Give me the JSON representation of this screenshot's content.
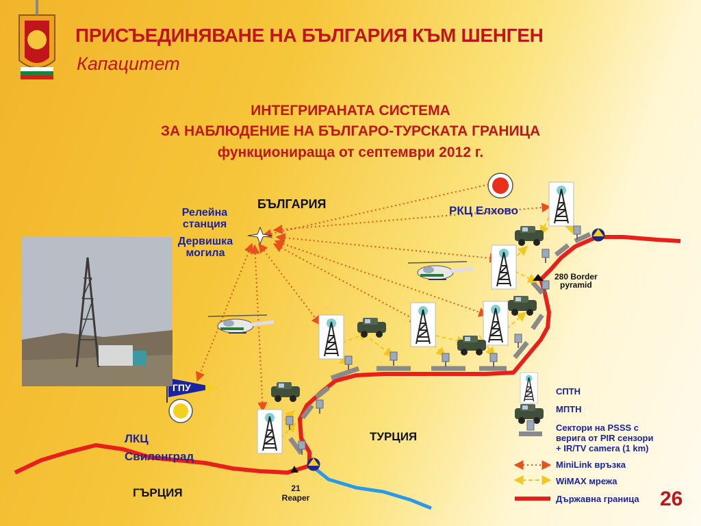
{
  "header": {
    "title": "ПРИСЪЕДИНЯВАНЕ НА БЪЛГАРИЯ КЪМ ШЕНГЕН",
    "subtitle": "Капацитет"
  },
  "heading": {
    "line1": "ИНТЕГРИРАНАТА СИСТЕМА",
    "line2": "ЗА НАБЛЮДЕНИЕ НА БЪЛГАРО-ТУРСКАТА ГРАНИЦА",
    "line3": "функционираща от септември 2012 г."
  },
  "map": {
    "relay_label_1": "Релейна",
    "relay_label_2": "станция",
    "relay_label_3": "Дервишка",
    "relay_label_4": "могила",
    "bulgaria": "БЪЛГАРИЯ",
    "rkc": "РКЦ Елхово",
    "pyramid_1": "280 Border",
    "pyramid_2": "pyramid",
    "gpu": "ГПУ",
    "lkc_1": "ЛКЦ",
    "lkc_2": "Свиленград",
    "turkey": "ТУРЦИЯ",
    "greece": "ГЪРЦИЯ",
    "reaper_1": "21",
    "reaper_2": "Reaper"
  },
  "legend": {
    "sptn": "СПТН",
    "mptn": "МПТН",
    "psss_1": "Сектори на PSSS с",
    "psss_2": "верига от PIR сензори",
    "psss_3": "+ IR/TV camera (1 km)",
    "minilink": "MiniLink връзка",
    "wimax": "WiMAX мрежа",
    "border": "Държавна граница"
  },
  "page_number": "26",
  "colors": {
    "title_red": "#c0151b",
    "label_blue": "#1a23a0",
    "border_red": "#e8201c",
    "minilink_red": "#e8501c",
    "wimax_yellow": "#f0c820",
    "river_blue": "#2a9ae8"
  }
}
